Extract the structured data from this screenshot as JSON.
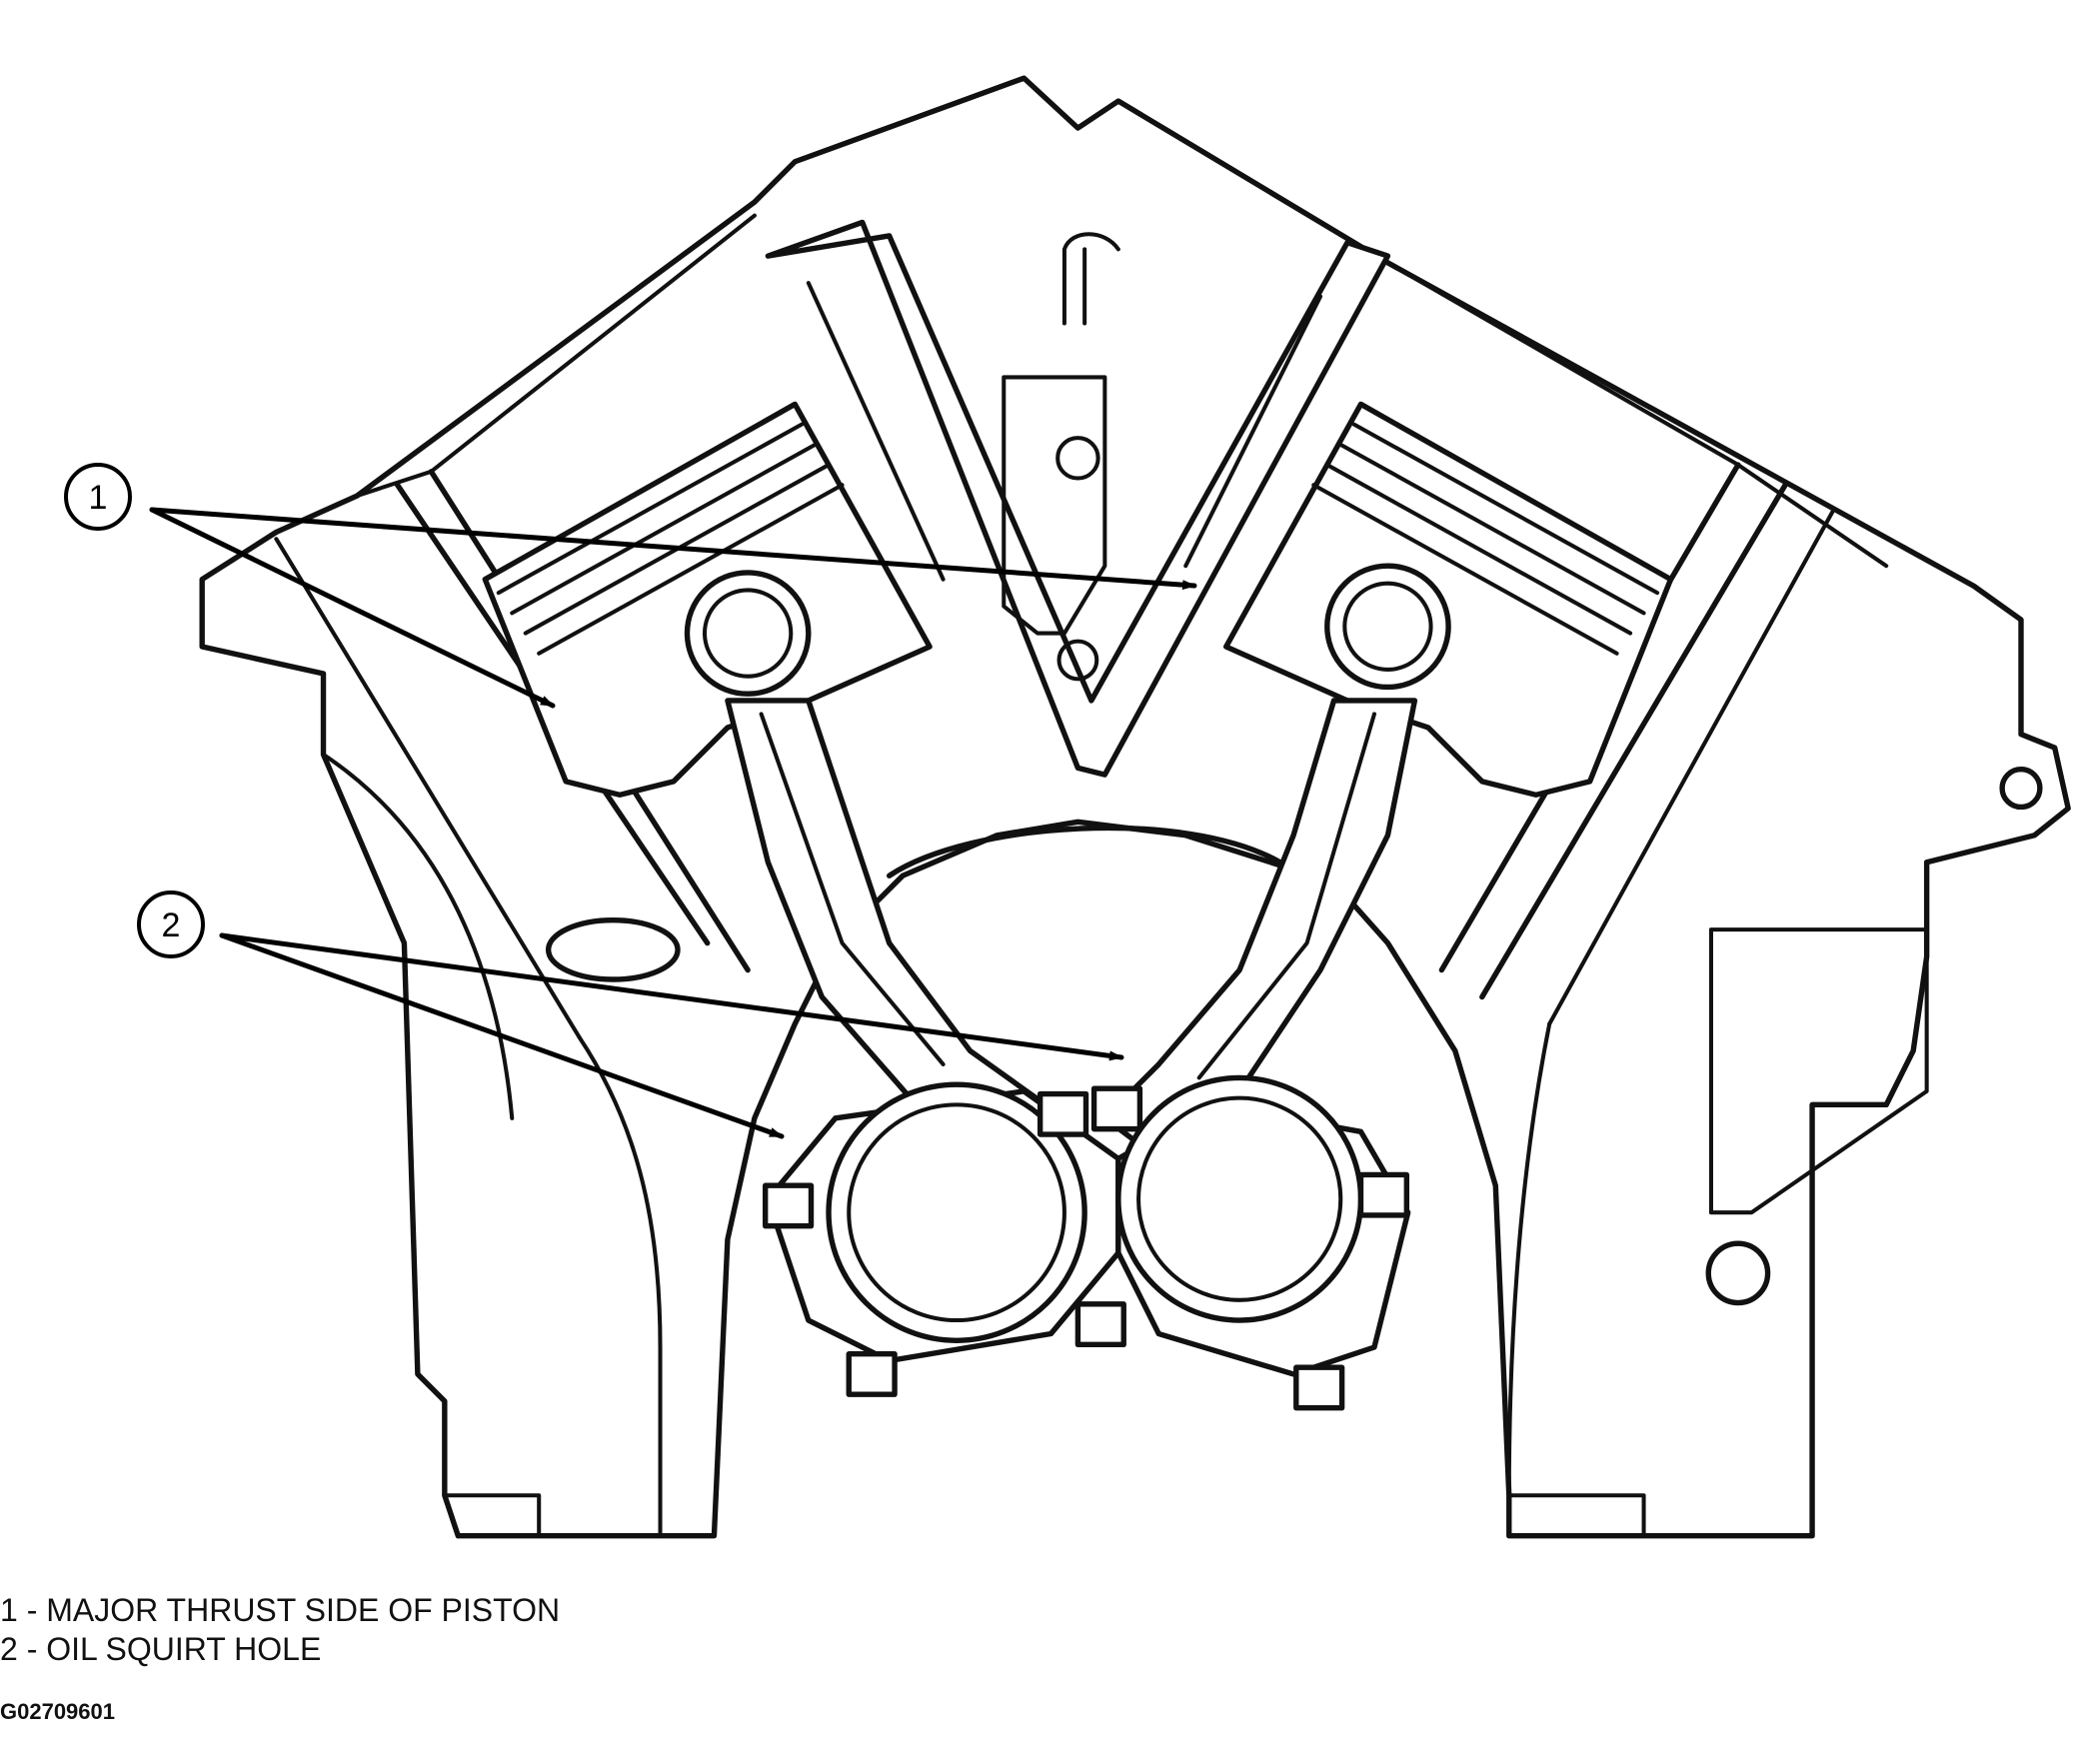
{
  "callouts": [
    {
      "number": "1"
    },
    {
      "number": "2"
    }
  ],
  "legend": [
    {
      "text": "1 - MAJOR THRUST SIDE OF PISTON"
    },
    {
      "text": "2 - OIL SQUIRT HOLE"
    }
  ],
  "figure_code": "G02709601"
}
